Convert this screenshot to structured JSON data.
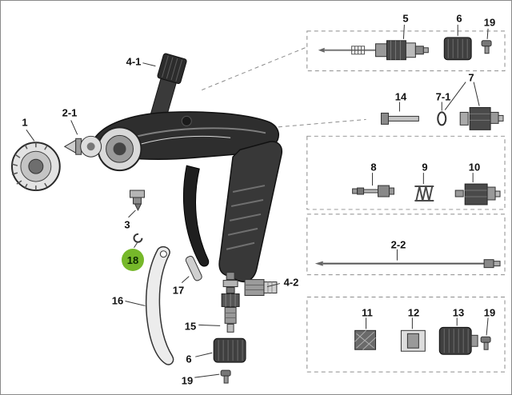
{
  "diagram": {
    "highlight": {
      "highlighted_part": "18",
      "color": "#76b82a"
    },
    "callouts": [
      {
        "id": "part-1",
        "label": "1"
      },
      {
        "id": "part-2-1",
        "label": "2-1"
      },
      {
        "id": "part-4-1",
        "label": "4-1"
      },
      {
        "id": "part-5",
        "label": "5"
      },
      {
        "id": "part-6-top",
        "label": "6"
      },
      {
        "id": "part-19-top",
        "label": "19"
      },
      {
        "id": "part-7",
        "label": "7"
      },
      {
        "id": "part-14",
        "label": "14"
      },
      {
        "id": "part-7-1",
        "label": "7-1"
      },
      {
        "id": "part-8",
        "label": "8"
      },
      {
        "id": "part-9",
        "label": "9"
      },
      {
        "id": "part-10",
        "label": "10"
      },
      {
        "id": "part-2-2",
        "label": "2-2"
      },
      {
        "id": "part-3",
        "label": "3"
      },
      {
        "id": "part-18",
        "label": "18",
        "highlighted": true
      },
      {
        "id": "part-16",
        "label": "16"
      },
      {
        "id": "part-17",
        "label": "17"
      },
      {
        "id": "part-4-2",
        "label": "4-2"
      },
      {
        "id": "part-15",
        "label": "15"
      },
      {
        "id": "part-11",
        "label": "11"
      },
      {
        "id": "part-12",
        "label": "12"
      },
      {
        "id": "part-13",
        "label": "13"
      },
      {
        "id": "part-19-right",
        "label": "19"
      },
      {
        "id": "part-6-bottom",
        "label": "6"
      },
      {
        "id": "part-19-bottom",
        "label": "19"
      }
    ]
  }
}
